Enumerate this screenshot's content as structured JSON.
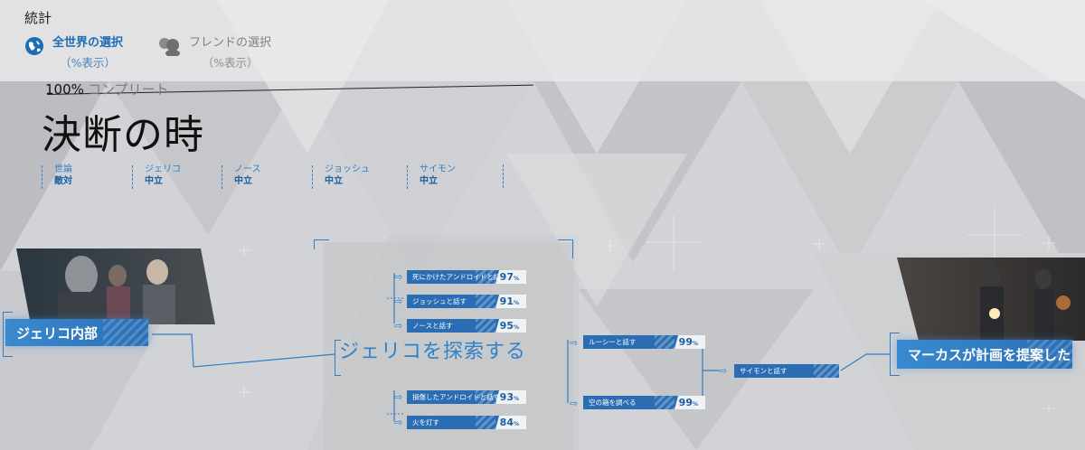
{
  "header": {
    "title": "統計",
    "filters": [
      {
        "label": "全世界の選択",
        "sub": "（%表示）",
        "icon": "globe-icon",
        "active": true
      },
      {
        "label": "フレンドの選択",
        "sub": "（%表示）",
        "icon": "friends-icon",
        "active": false
      }
    ]
  },
  "chapter": {
    "completion_value": "100%",
    "completion_label": "コンプリート",
    "title": "決断の時"
  },
  "relations": [
    {
      "name": "世論",
      "status": "敵対"
    },
    {
      "name": "ジェリコ",
      "status": "中立"
    },
    {
      "name": "ノース",
      "status": "中立"
    },
    {
      "name": "ジョッシュ",
      "status": "中立"
    },
    {
      "name": "サイモン",
      "status": "中立"
    }
  ],
  "flowchart": {
    "start_scene": "ジェリコ内部",
    "hub": "ジェリコを探索する",
    "options_top": [
      {
        "label": "死にかけたアンドロイドと話す",
        "percent": "97"
      },
      {
        "label": "ジョッシュと話す",
        "percent": "91"
      },
      {
        "label": "ノースと話す",
        "percent": "95"
      }
    ],
    "options_bottom": [
      {
        "label": "損傷したアンドロイドと話す",
        "percent": "93"
      },
      {
        "label": "火を灯す",
        "percent": "84"
      }
    ],
    "mid_options": [
      {
        "label": "ルーシーと話す",
        "percent": "99"
      },
      {
        "label": "空の箱を調べる",
        "percent": "99"
      }
    ],
    "converge": {
      "label": "サイモンと話す"
    },
    "end_scene": "マーカスが計画を提案した",
    "percent_unit": "%"
  },
  "colors": {
    "accent": "#2a6db3",
    "accent_light": "#3a8ad0",
    "background": "#d4d5d8"
  }
}
